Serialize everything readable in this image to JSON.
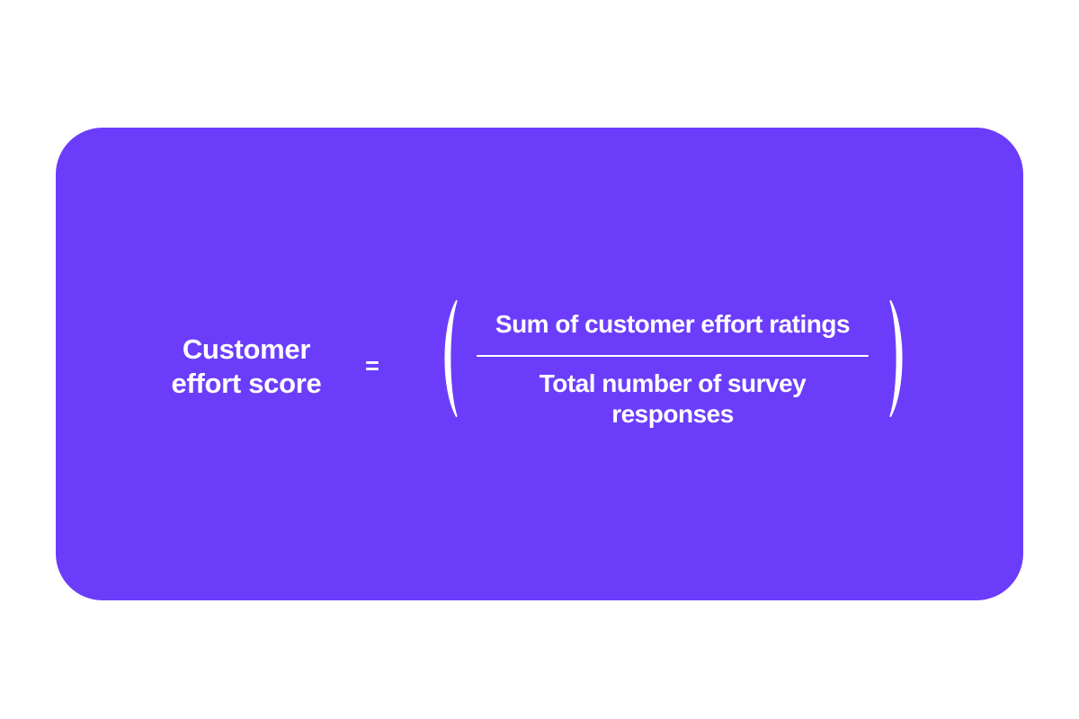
{
  "page": {
    "background_color": "#ffffff"
  },
  "card": {
    "background_color": "#6B3DFB",
    "text_color": "#ffffff",
    "label": "Customer effort score",
    "equals": "=",
    "formula": {
      "open_paren": "(",
      "numerator": "Sum of customer effort ratings",
      "denominator": "Total number of survey responses",
      "close_paren": ")"
    }
  }
}
